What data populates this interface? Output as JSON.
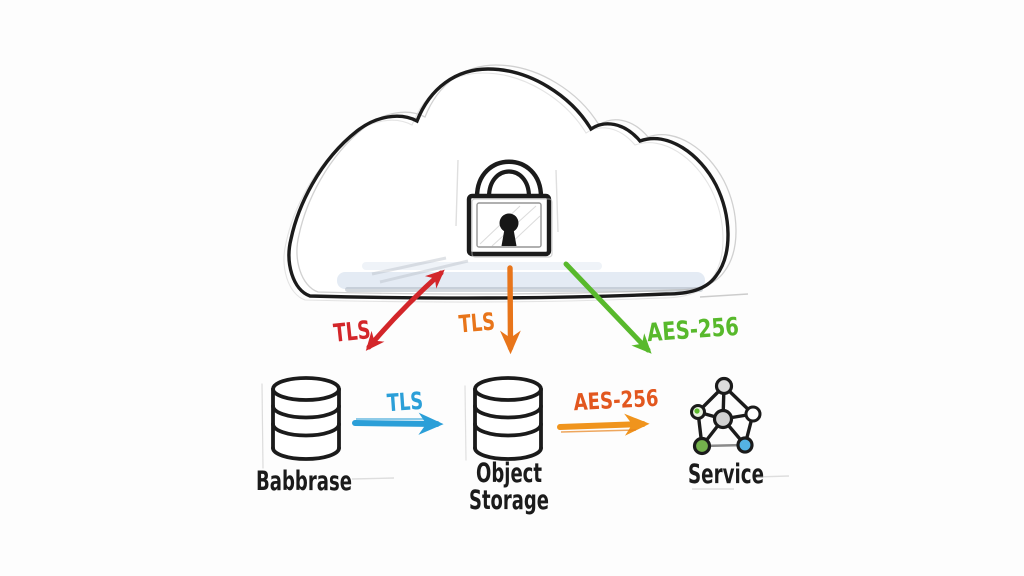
{
  "diagram": {
    "type": "hand-drawn-architecture-sketch",
    "theme": "cloud security / encryption in transit and at rest",
    "cloud": {
      "icon": "cloud-icon",
      "center_icon": "padlock-icon"
    },
    "nodes": [
      {
        "id": "database",
        "icon": "database-icon",
        "label": "Babbrase"
      },
      {
        "id": "object-storage",
        "icon": "database-icon",
        "label_line1": "Object",
        "label_line2": "Storage"
      },
      {
        "id": "service",
        "icon": "network-icon",
        "label": "Service"
      }
    ],
    "edges": [
      {
        "from": "cloud",
        "to": "database",
        "label": "TLS",
        "color": "#d3262a",
        "direction": "bidirectional-diagonal"
      },
      {
        "from": "cloud",
        "to": "object-storage",
        "label": "TLS",
        "color": "#e8751a",
        "direction": "down"
      },
      {
        "from": "cloud",
        "to": "service",
        "label": "AES-256",
        "color": "#58b92c",
        "direction": "diagonal-down-right"
      },
      {
        "from": "database",
        "to": "object-storage",
        "label": "TLS",
        "color": "#2b9fd8",
        "direction": "right"
      },
      {
        "from": "object-storage",
        "to": "service",
        "label": "AES-256",
        "color": "#f0941d",
        "label_color": "#e2571f",
        "direction": "right"
      }
    ],
    "colors": {
      "sketch_ink": "#1b1b1b",
      "cloud_inner_shade": "#dbe4f0",
      "background": "#fdfdfd",
      "red": "#d3262a",
      "orange": "#e8751a",
      "green": "#58b92c",
      "blue": "#2b9fd8",
      "amber": "#f0941d"
    }
  }
}
